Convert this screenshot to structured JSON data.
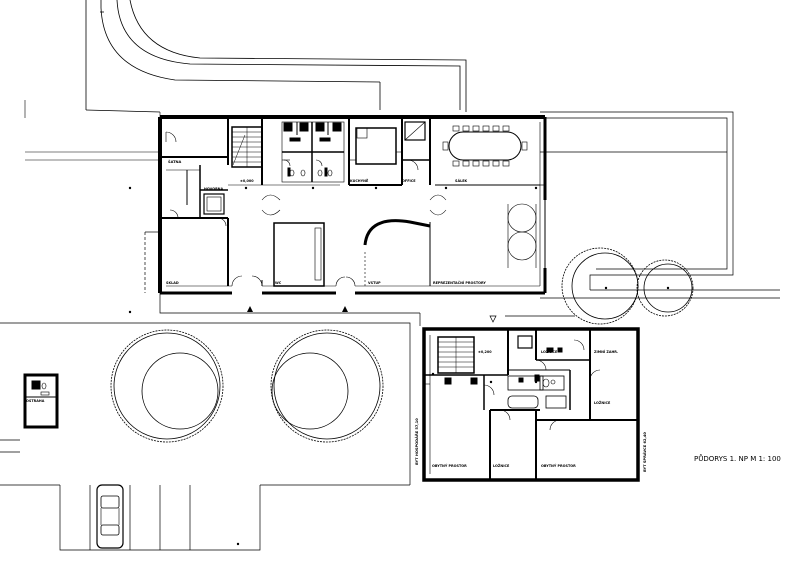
{
  "drawing": {
    "title": "PŮDORYS 1. NP M 1: 100"
  },
  "labels": {
    "satna": "ŠATNA",
    "hovorna": "HOVORNA",
    "sklad": "SKLAD",
    "kuchyne": "KUCHYNĚ",
    "office": "OFFICE",
    "salek": "SÁLEK",
    "wc": "WC",
    "vstup": "VSTUP",
    "reprezentacni_prostory": "REPREZENTAČNÍ PROSTORY",
    "level_main": "±0,000",
    "level_res": "±0,200",
    "loznice_top": "LOŽNICE",
    "obyt_prostor_left": "OBYTNÝ PROSTOR",
    "loznice_mid": "LOŽNICE",
    "obyt_prostor_right": "OBYTNÝ PROSTOR",
    "zimni_zahrada": "ZIMNÍ ZAHR.",
    "loznice_right": "LOŽNICE",
    "byt_hospodare": "BYT HOSPODÁŘE 57,10",
    "byt_spravce": "BYT SPRÁVCE 62,40",
    "ostraha": "OSTRAHA"
  }
}
